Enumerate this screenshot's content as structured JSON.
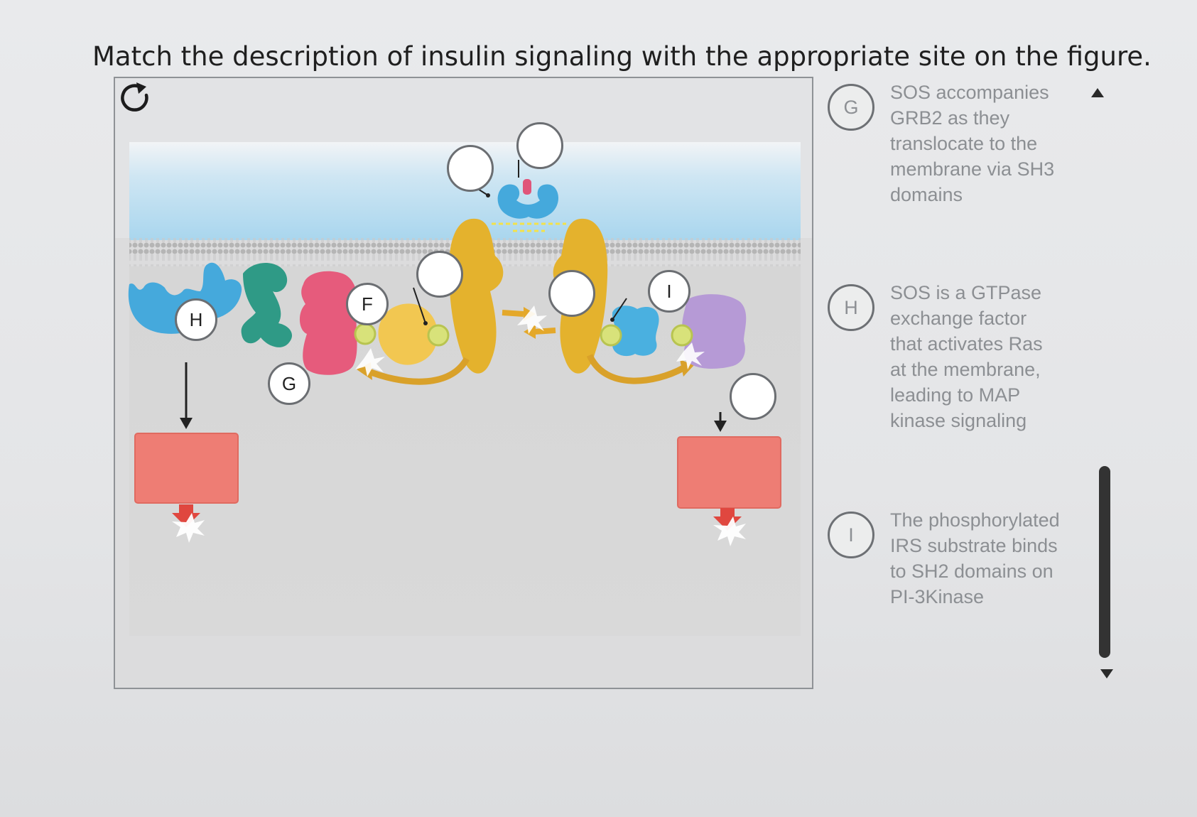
{
  "question": "Match the description of insulin signaling with the appropriate site on the figure.",
  "figure": {
    "labels": {
      "H": "H",
      "G": "G",
      "F": "F",
      "I": "I"
    },
    "empty_targets": [
      "",
      "",
      "",
      "",
      "",
      ""
    ],
    "reset_icon": "reset-icon",
    "colors": {
      "extracellular": "#a9d6ee",
      "cytoplasm": "#d7d7d7",
      "receptor": "#e4b22d",
      "irs": "#45a9dc",
      "grb2": "#2f9a86",
      "sos": "#e65b7c",
      "pi3k": "#b69ad6",
      "effector_box": "#ee7d74",
      "phospho_ball": "#d8e27a"
    }
  },
  "answers": [
    {
      "label": "G",
      "text": "SOS accompanies GRB2 as they translocate to the membrane via SH3 domains"
    },
    {
      "label": "H",
      "text": "SOS is a GTPase exchange factor that activates Ras at the membrane, leading to MAP kinase signaling"
    },
    {
      "label": "I",
      "text": "The phosphorylated IRS substrate binds to SH2 domains on PI-3Kinase"
    }
  ],
  "scroll": {
    "up_icon": "triangle-up-icon",
    "down_icon": "triangle-down-icon"
  }
}
